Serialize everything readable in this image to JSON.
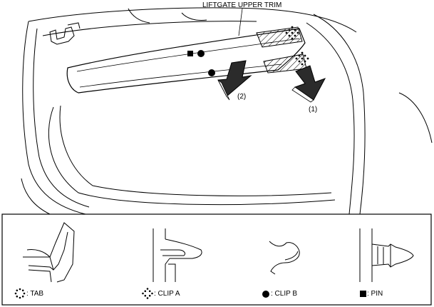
{
  "callout": {
    "title": "LIFTGATE UPPER TRIM"
  },
  "steps": [
    {
      "label": "(1)"
    },
    {
      "label": "(2)"
    }
  ],
  "legend": {
    "items": [
      {
        "symbol": "dotted-circle-icon",
        "label": ": TAB"
      },
      {
        "symbol": "dotted-diamond-icon",
        "label": ": CLIP A"
      },
      {
        "symbol": "filled-circle-icon",
        "label": ": CLIP B"
      },
      {
        "symbol": "filled-square-icon",
        "label": ": PIN"
      }
    ]
  },
  "colors": {
    "line": "#000000",
    "arrow_fill": "#2b2b2b",
    "background": "#ffffff"
  }
}
